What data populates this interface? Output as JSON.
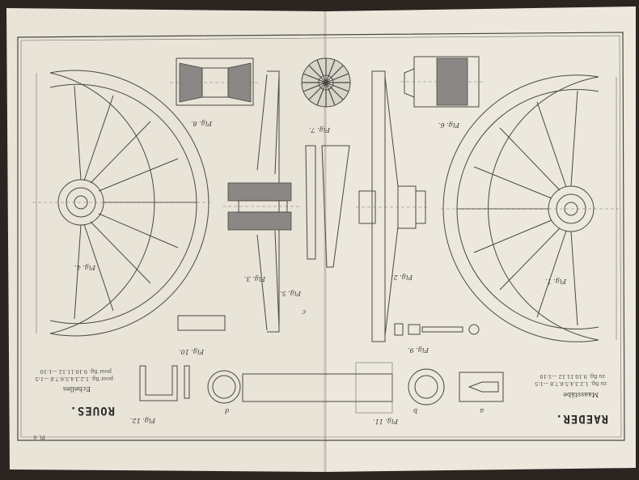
{
  "plate": {
    "number": "Pl. 6",
    "left_title": "ROUES.",
    "left_scale_heading": "Echelles",
    "left_scale_lines": [
      "pour fig. 1.2.3.4.5.6.7.8 —1:5",
      "pour fig. 9.10.11.12 —1:10"
    ],
    "right_title": "RAEDER.",
    "right_scale_heading": "Maasstäbe",
    "right_scale_lines": [
      "zu fig. 1.2.3.4.5.6.7.8 —1:5",
      "zu fig. 9.10.11.12 —1:10"
    ],
    "figures": [
      "Fig. 1.",
      "Fig. 2.",
      "Fig. 3.",
      "Fig. 4.",
      "Fig. 5.",
      "Fig. 6.",
      "Fig. 7.",
      "Fig. 8.",
      "Fig. 9.",
      "Fig. 10.",
      "Fig. 11.",
      "Fig. 12."
    ],
    "part_letters": [
      "a",
      "b",
      "c",
      "d"
    ]
  },
  "colors": {
    "paper": "#ece7dc",
    "ink": "#4a4744",
    "background": "#2b2521"
  }
}
